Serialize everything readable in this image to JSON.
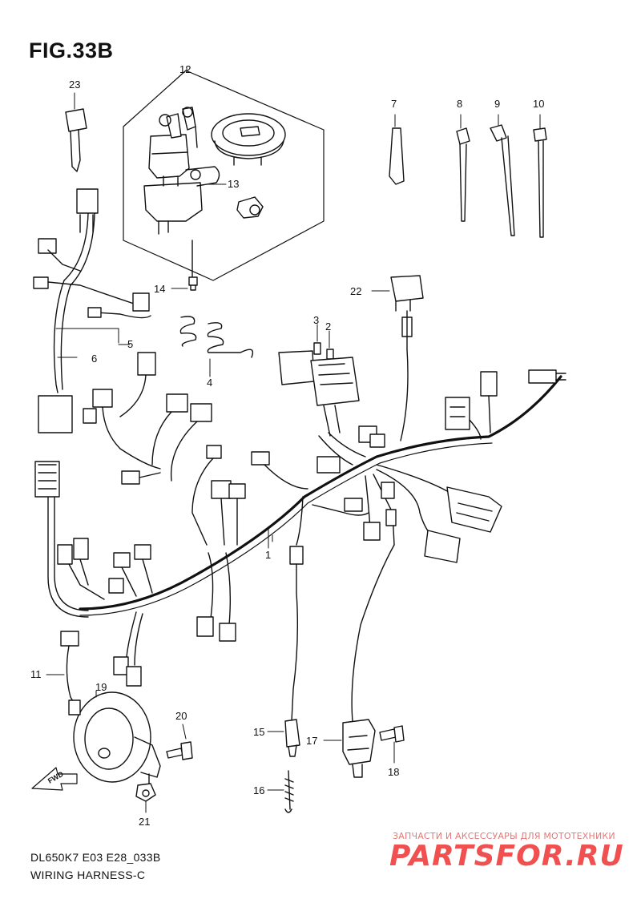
{
  "figure": {
    "title": "FIG.33B"
  },
  "callouts": [
    {
      "id": "c1",
      "text": "1"
    },
    {
      "id": "c2",
      "text": "2"
    },
    {
      "id": "c3",
      "text": "3"
    },
    {
      "id": "c4",
      "text": "4"
    },
    {
      "id": "c5",
      "text": "5"
    },
    {
      "id": "c6",
      "text": "6"
    },
    {
      "id": "c7",
      "text": "7"
    },
    {
      "id": "c8",
      "text": "8"
    },
    {
      "id": "c9",
      "text": "9"
    },
    {
      "id": "c10",
      "text": "10"
    },
    {
      "id": "c11",
      "text": "11"
    },
    {
      "id": "c12",
      "text": "12"
    },
    {
      "id": "c13",
      "text": "13"
    },
    {
      "id": "c14",
      "text": "14"
    },
    {
      "id": "c15",
      "text": "15"
    },
    {
      "id": "c16",
      "text": "16"
    },
    {
      "id": "c17",
      "text": "17"
    },
    {
      "id": "c18",
      "text": "18"
    },
    {
      "id": "c19",
      "text": "19"
    },
    {
      "id": "c20",
      "text": "20"
    },
    {
      "id": "c21",
      "text": "21"
    },
    {
      "id": "c22",
      "text": "22"
    },
    {
      "id": "c23",
      "text": "23"
    }
  ],
  "fwd_label": "FWD",
  "footer": {
    "code": "DL650K7 E03 E28_033B",
    "name": "WIRING HARNESS-C"
  },
  "watermark": {
    "tagline": "ЗАПЧАСТИ И АКСЕССУАРЫ ДЛЯ МОТОТЕХНИКИ",
    "logo": "PARTSFOR.RU"
  }
}
